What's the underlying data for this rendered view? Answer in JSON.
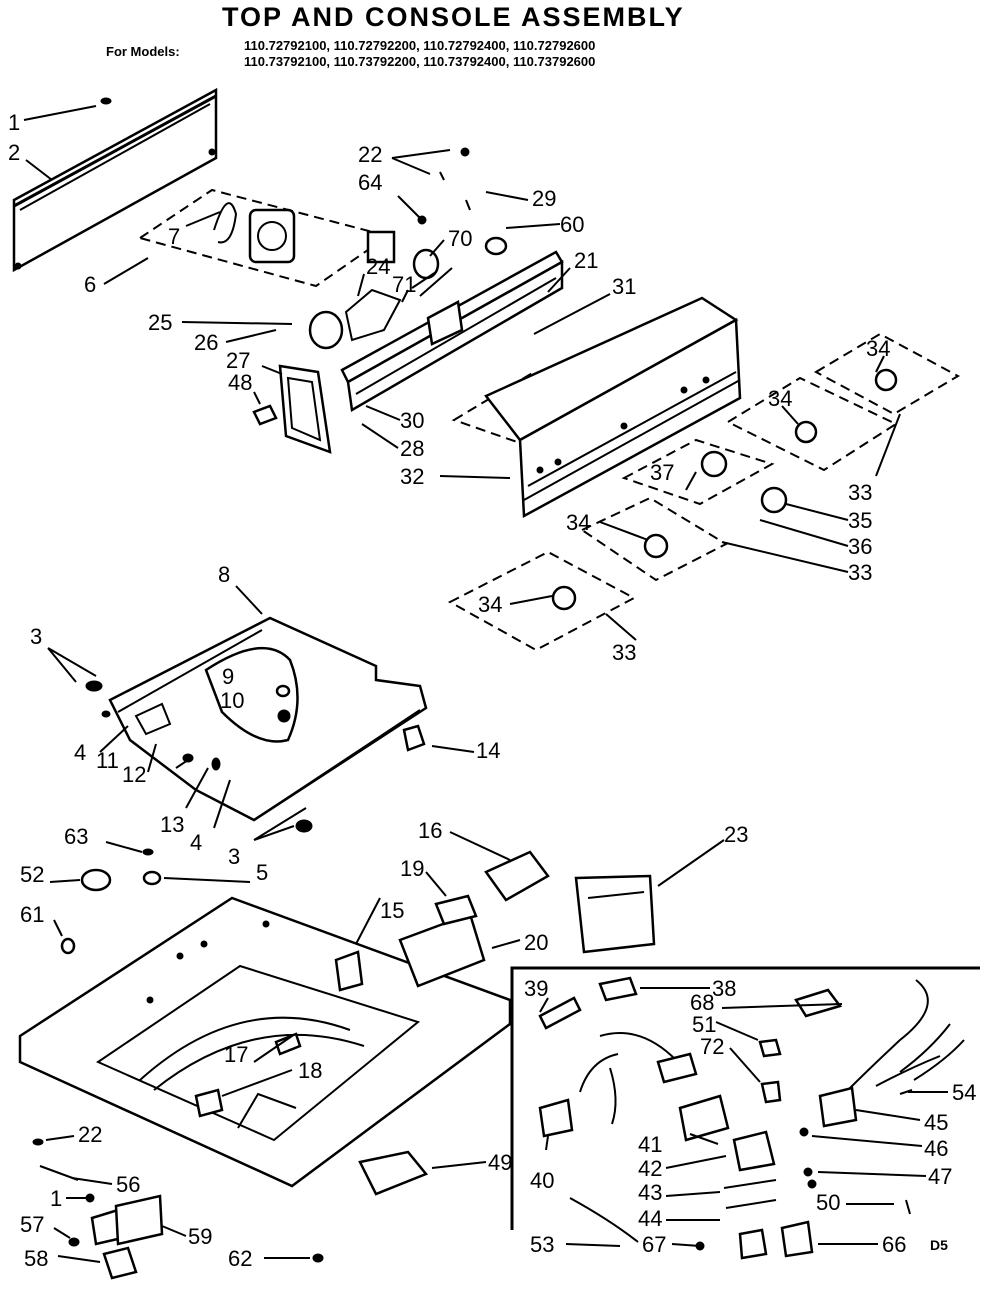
{
  "header": {
    "title": "TOP AND CONSOLE ASSEMBLY",
    "models_label": "For Models:",
    "models_line1": "110.72792100, 110.72792200, 110.72792400, 110.72792600",
    "models_line2": "110.73792100, 110.73792200, 110.73792400, 110.73792600"
  },
  "corner_code": "D5",
  "callouts": {
    "c1a": "1",
    "c2": "2",
    "c6": "6",
    "c7": "7",
    "c22a": "22",
    "c29": "29",
    "c64": "64",
    "c60": "60",
    "c70": "70",
    "c24": "24",
    "c71": "71",
    "c21": "21",
    "c31": "31",
    "c25": "25",
    "c26": "26",
    "c27": "27",
    "c48": "48",
    "c30": "30",
    "c28": "28",
    "c32": "32",
    "c34a": "34",
    "c34b": "34",
    "c34c": "34",
    "c34d": "34",
    "c33a": "33",
    "c33b": "33",
    "c33c": "33",
    "c35": "35",
    "c36": "36",
    "c37": "37",
    "c8": "8",
    "c3a": "3",
    "c9": "9",
    "c10": "10",
    "c14": "14",
    "c4a": "4",
    "c11": "11",
    "c12": "12",
    "c13": "13",
    "c4b": "4",
    "c3b": "3",
    "c63": "63",
    "c16": "16",
    "c23": "23",
    "c52": "52",
    "c5": "5",
    "c19": "19",
    "c15": "15",
    "c61": "61",
    "c20": "20",
    "c17": "17",
    "c18": "18",
    "c39": "39",
    "c38": "38",
    "c68": "68",
    "c51": "51",
    "c72": "72",
    "c54": "54",
    "c45": "45",
    "c46": "46",
    "c41": "41",
    "c42": "42",
    "c40": "40",
    "c47": "47",
    "c43": "43",
    "c50": "50",
    "c44": "44",
    "c53": "53",
    "c67": "67",
    "c66": "66",
    "c22b": "22",
    "c56": "56",
    "c1b": "1",
    "c57": "57",
    "c59": "59",
    "c58": "58",
    "c62": "62",
    "c49": "49"
  }
}
